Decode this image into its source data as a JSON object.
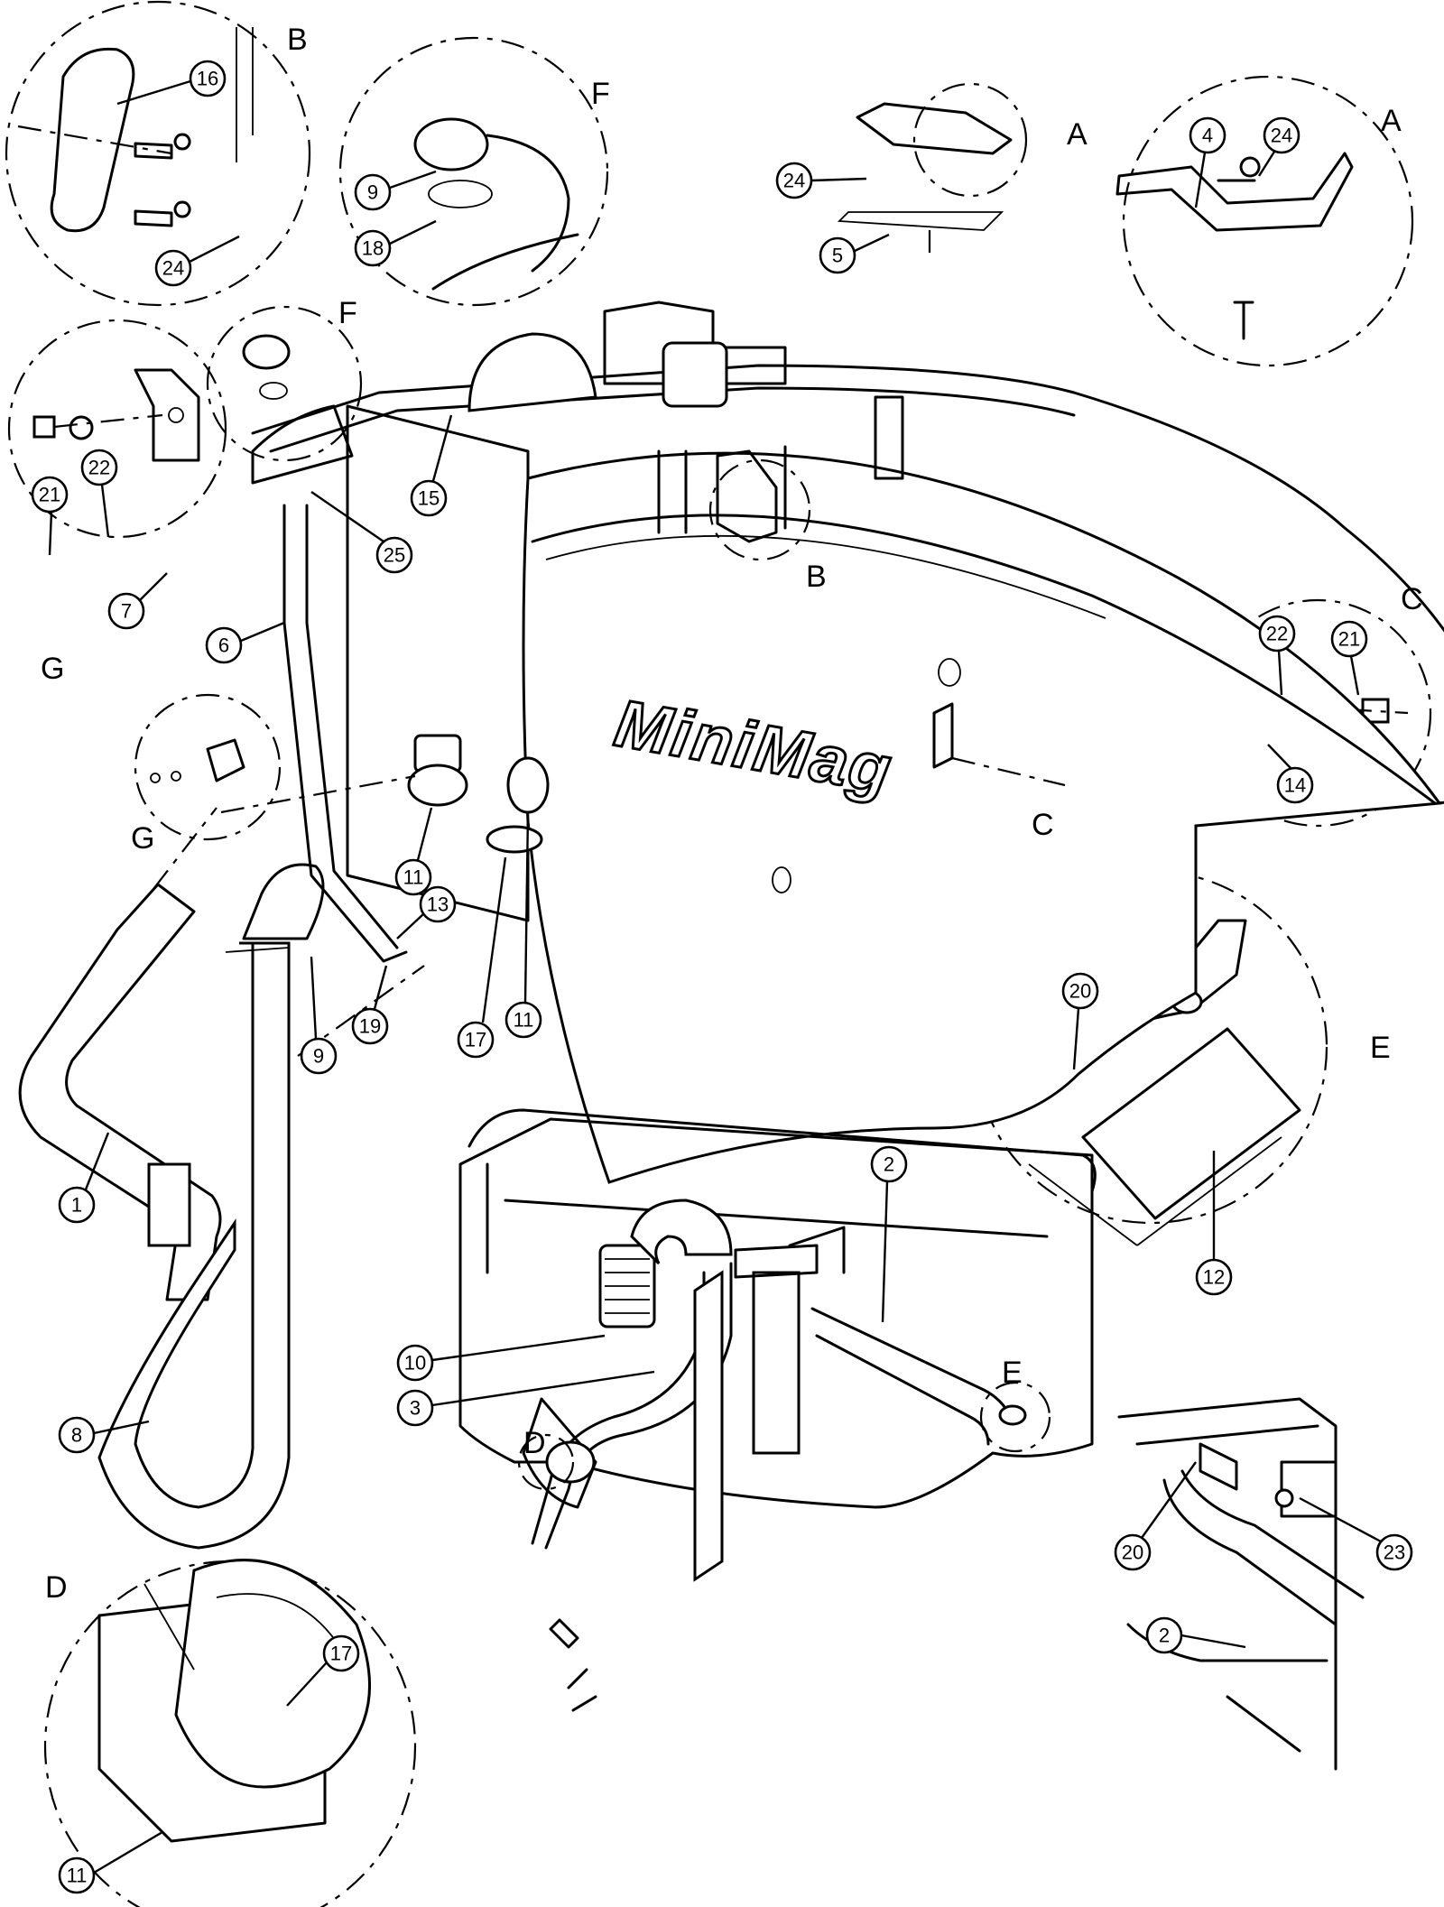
{
  "brand_logo": "MiniMag",
  "detail_letters": [
    "A",
    "A",
    "B",
    "B",
    "C",
    "C",
    "D",
    "D",
    "E",
    "E",
    "F",
    "F",
    "G",
    "G"
  ],
  "callouts": [
    "16",
    "24",
    "9",
    "18",
    "24",
    "5",
    "4",
    "24",
    "15",
    "25",
    "21",
    "22",
    "7",
    "6",
    "22",
    "21",
    "14",
    "11",
    "13",
    "17",
    "11",
    "19",
    "9",
    "1",
    "8",
    "20",
    "12",
    "2",
    "10",
    "3",
    "17",
    "11",
    "20",
    "23",
    "2"
  ]
}
